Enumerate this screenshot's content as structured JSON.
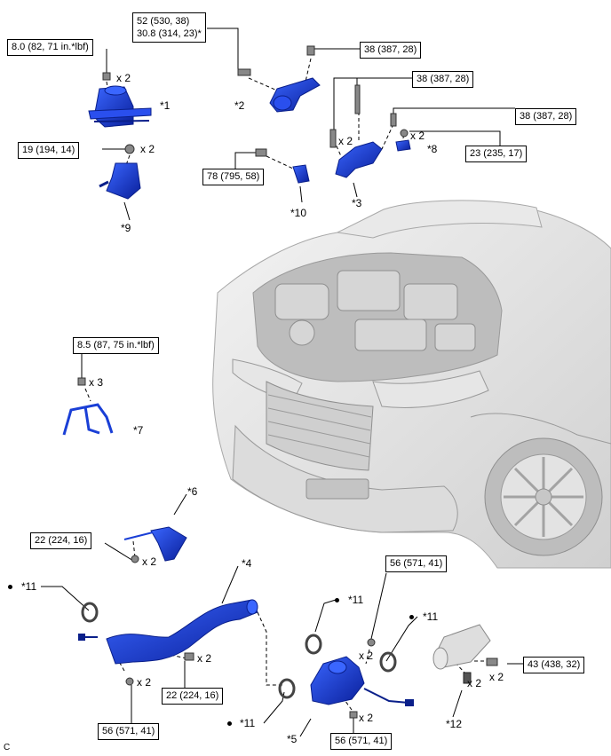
{
  "torque_specs": {
    "t_8_0": "8.0 (82, 71 in.*lbf)",
    "t_19": "19 (194, 14)",
    "t_52_line1": "52 (530, 38)",
    "t_52_line2": "30.8 (314, 23)*",
    "t_38_top": "38 (387, 28)",
    "t_38_mid": "38 (387, 28)",
    "t_38_right": "38 (387, 28)",
    "t_23": "23 (235, 17)",
    "t_78": "78 (795, 58)",
    "t_8_5": "8.5 (87, 75 in.*lbf)",
    "t_22_left": "22 (224, 16)",
    "t_22_bottom": "22 (224, 16)",
    "t_56_left": "56 (571, 41)",
    "t_56_mid": "56 (571, 41)",
    "t_56_top": "56 (571, 41)",
    "t_43": "43 (438, 32)"
  },
  "quantities": {
    "q_1": "x 2",
    "q_9": "x 2",
    "q_3": "x 2",
    "q_8": "x 2",
    "q_7": "x 3",
    "q_6": "x 2",
    "q_4b": "x 2",
    "q_4a": "x 2",
    "q_5a": "x 2",
    "q_5b": "x 2",
    "q_12a": "x 2",
    "q_12b": "x 2"
  },
  "part_labels": {
    "p1": "*1",
    "p2": "*2",
    "p3": "*3",
    "p4": "*4",
    "p5": "*5",
    "p6": "*6",
    "p7": "*7",
    "p8": "*8",
    "p9": "*9",
    "p10": "*10",
    "p11a": "*11",
    "p11b": "*11",
    "p11c": "*11",
    "p11d": "*11",
    "p12": "*12"
  },
  "corner_label": "C",
  "colors": {
    "part_blue": "#1a3fd6",
    "part_dark": "#0a1f8a",
    "car_grey": "#c9c9c9",
    "line": "#000000"
  }
}
